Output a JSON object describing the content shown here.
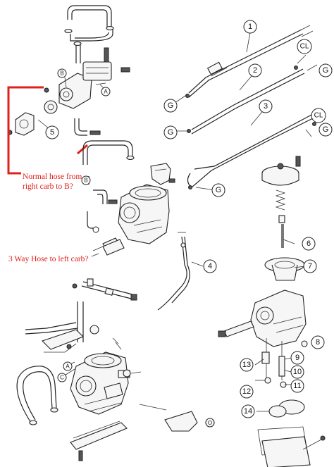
{
  "callouts": {
    "c1": "1",
    "c2": "2",
    "c3": "3",
    "c4": "4",
    "c5": "5",
    "c6": "6",
    "c7": "7",
    "c8": "8",
    "c9": "9",
    "c10": "10",
    "c11": "11",
    "c12": "12",
    "c13": "13",
    "c14": "14",
    "g": "G",
    "cl": "CL",
    "a": "A",
    "b": "B",
    "c": "C"
  },
  "annotations": {
    "hose_note_line1": "Normal hose from",
    "hose_note_line2": "right carb to B?",
    "three_way_note": "3 Way Hose to left carb?"
  },
  "colors": {
    "annotation_red": "#e0201a",
    "line": "#222222",
    "background": "#ffffff"
  }
}
